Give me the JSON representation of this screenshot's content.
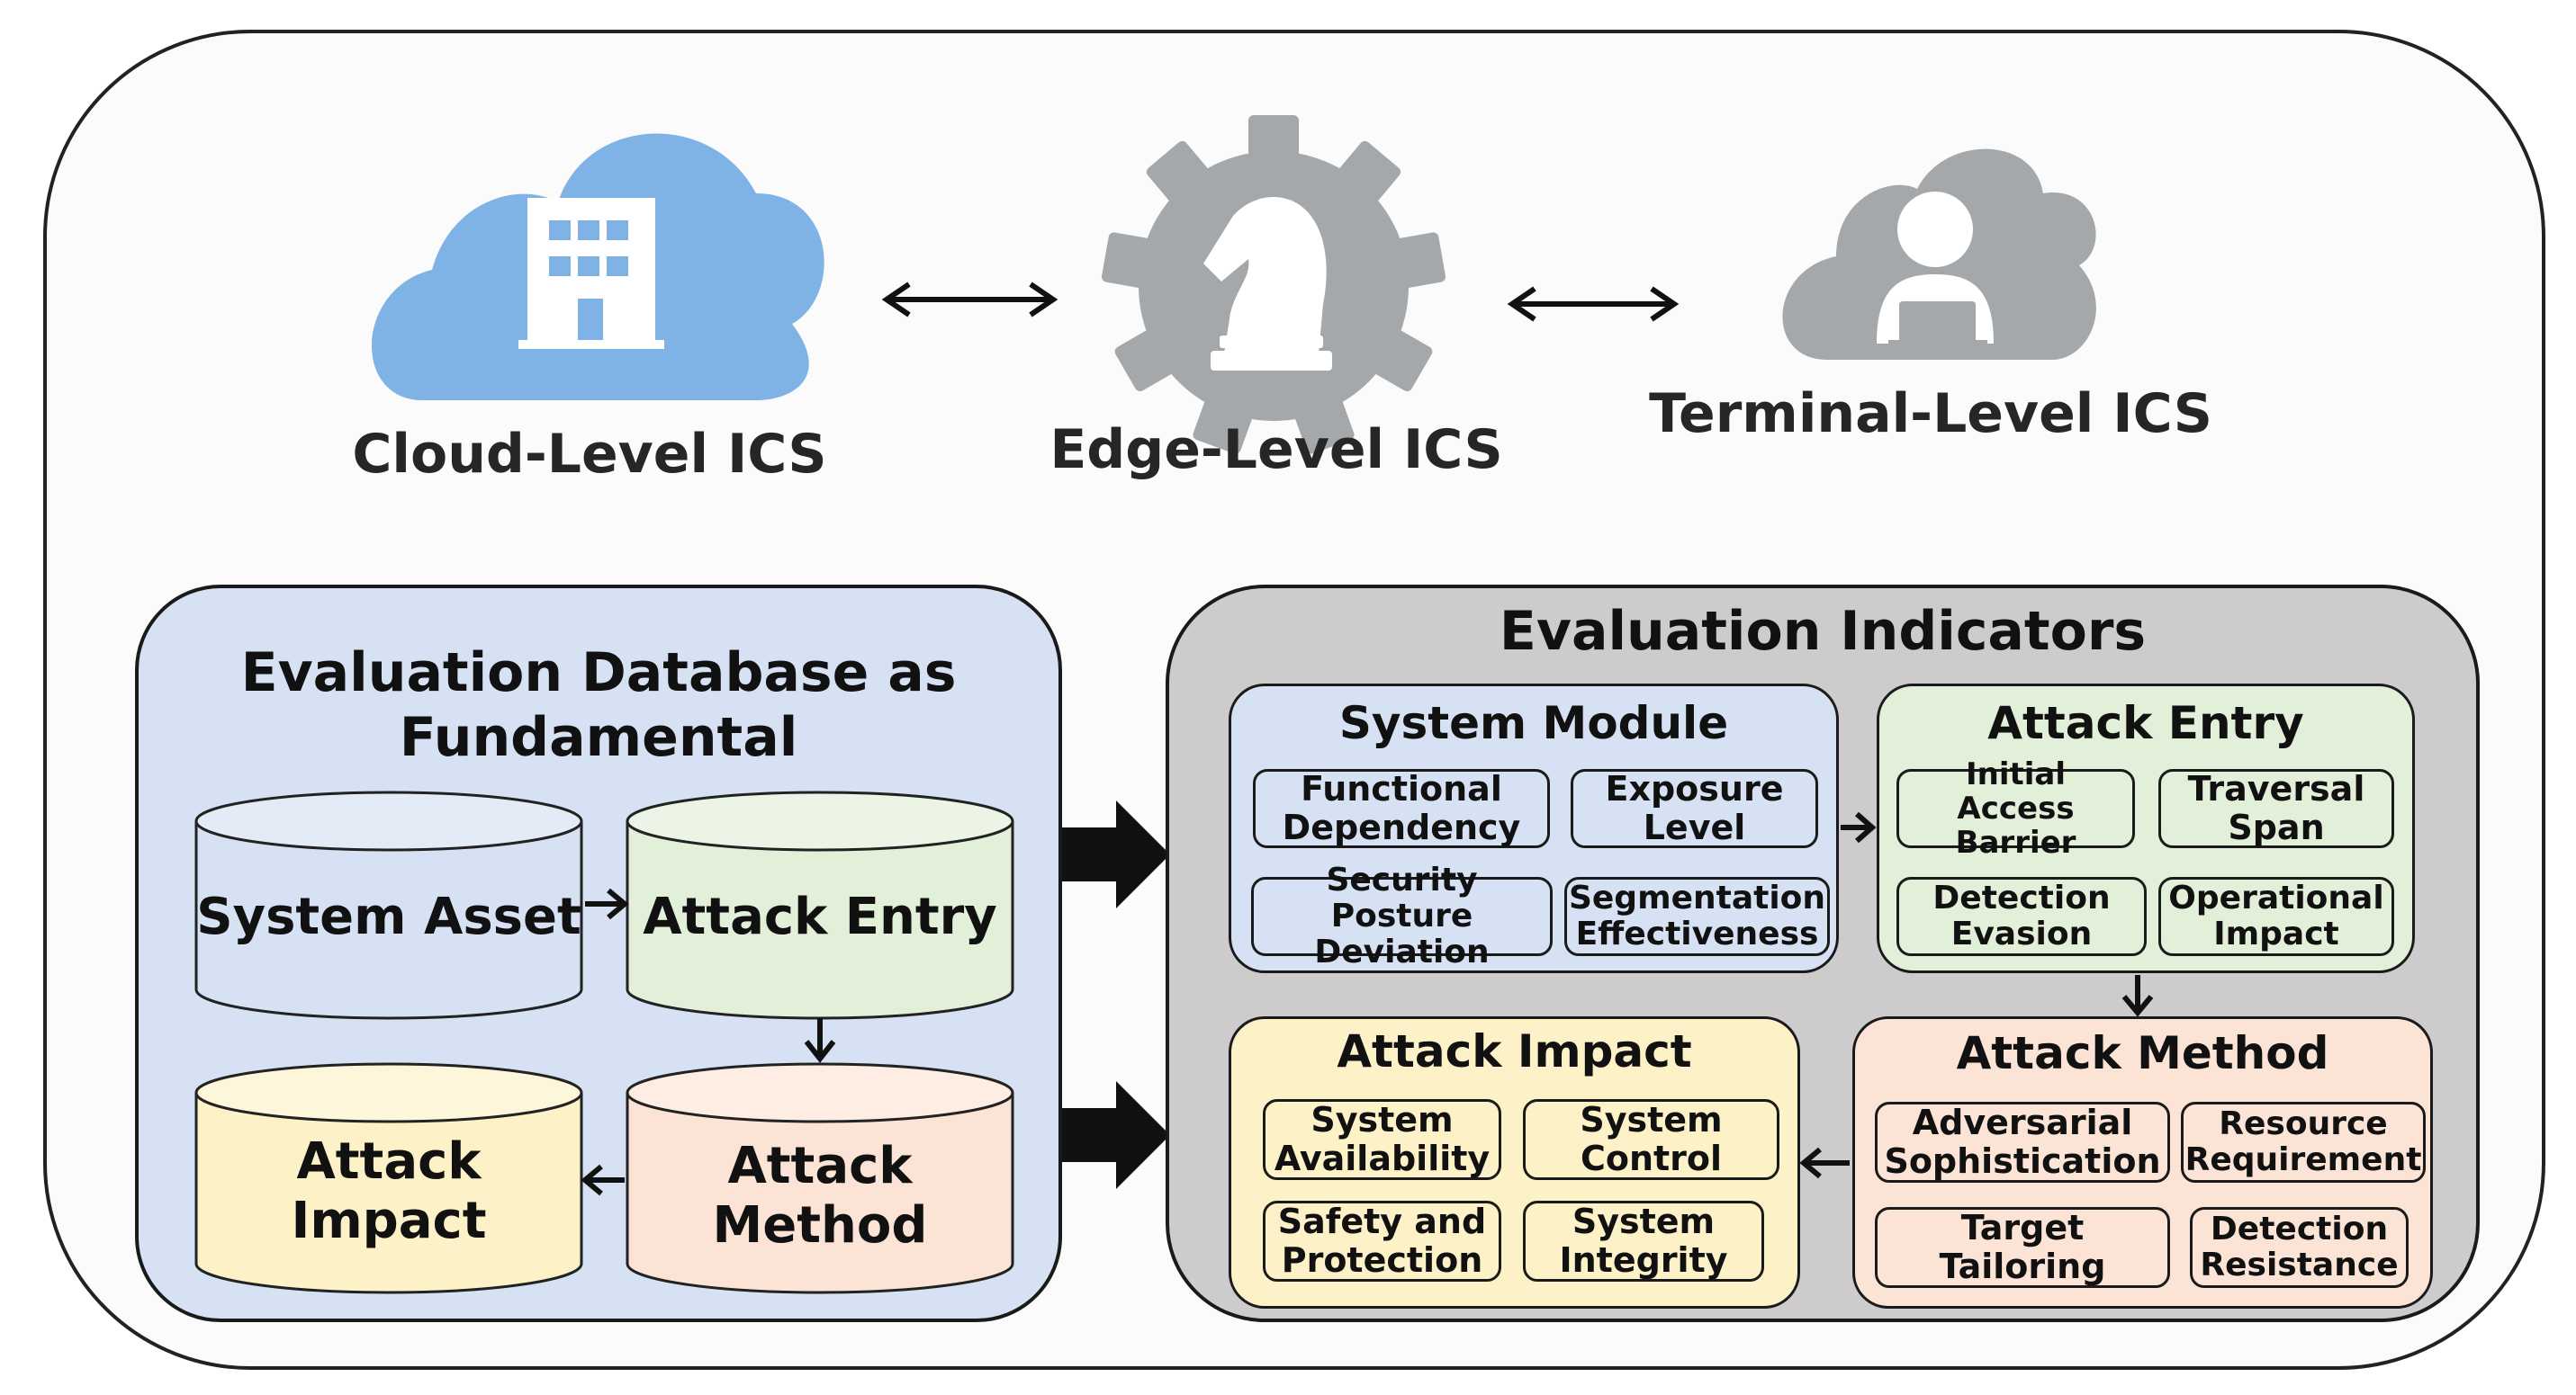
{
  "top": {
    "cloud_label": "Cloud-Level ICS",
    "edge_label": "Edge-Level ICS",
    "terminal_label": "Terminal-Level ICS"
  },
  "database": {
    "title": "Evaluation Database as Fundamental",
    "system_asset": "System Asset",
    "attack_entry": "Attack Entry",
    "attack_method": "Attack Method",
    "attack_impact": "Attack Impact"
  },
  "indicators": {
    "title": "Evaluation Indicators",
    "system_module": {
      "title": "System Module",
      "items": [
        "Functional Dependency",
        "Exposure Level",
        "Security Posture Deviation",
        "Segmentation Effectiveness"
      ]
    },
    "attack_entry": {
      "title": "Attack Entry",
      "items": [
        "Initial Access Barrier",
        "Traversal Span",
        "Detection Evasion",
        "Operational Impact"
      ]
    },
    "attack_impact": {
      "title": "Attack Impact",
      "items": [
        "System Availability",
        "System Control",
        "Safety and Protection",
        "System Integrity"
      ]
    },
    "attack_method": {
      "title": "Attack Method",
      "items": [
        "Adversarial Sophistication",
        "Resource Requirement",
        "Target Tailoring",
        "Detection Resistance"
      ]
    }
  },
  "colors": {
    "blue_panel": "#d6e2f3",
    "gray_panel": "#cdcbcb",
    "green": "#e2efd9",
    "yellow": "#fdf1c8",
    "peach": "#fbe4d5",
    "cloud_blue": "#7fb2e5",
    "icon_gray": "#a5a8ab"
  }
}
